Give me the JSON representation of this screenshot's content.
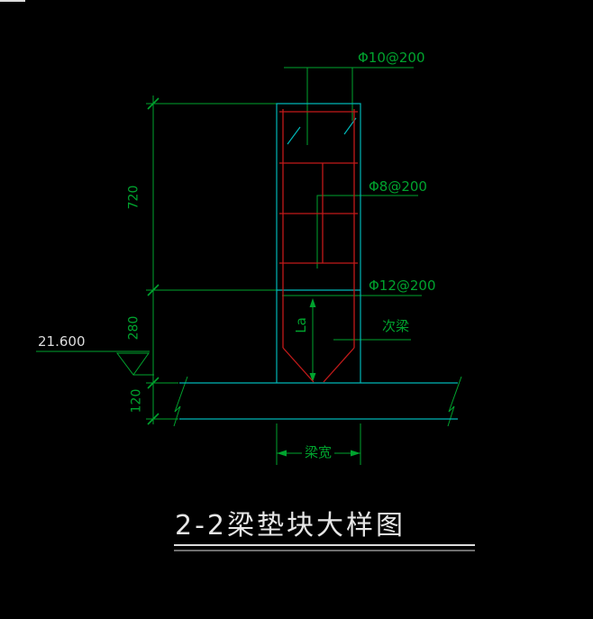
{
  "annotations": {
    "top_rebar": "Φ10@200",
    "mid_rebar": "Φ8@200",
    "bottom_rebar": "Φ12@200",
    "secondary_beam": "次梁",
    "la_dim": "La",
    "beam_width": "梁宽"
  },
  "dimensions": {
    "height_upper": "720",
    "height_mid": "280",
    "height_slab": "120"
  },
  "elevation": {
    "value": "21.600"
  },
  "title": {
    "text": "2-2梁垫块大样图"
  },
  "colors": {
    "background": "#000000",
    "cad_cyan": "#00b6b6",
    "cad_red": "#c21a1a",
    "cad_green": "#00a32e",
    "cad_white": "#dcdcdc"
  }
}
